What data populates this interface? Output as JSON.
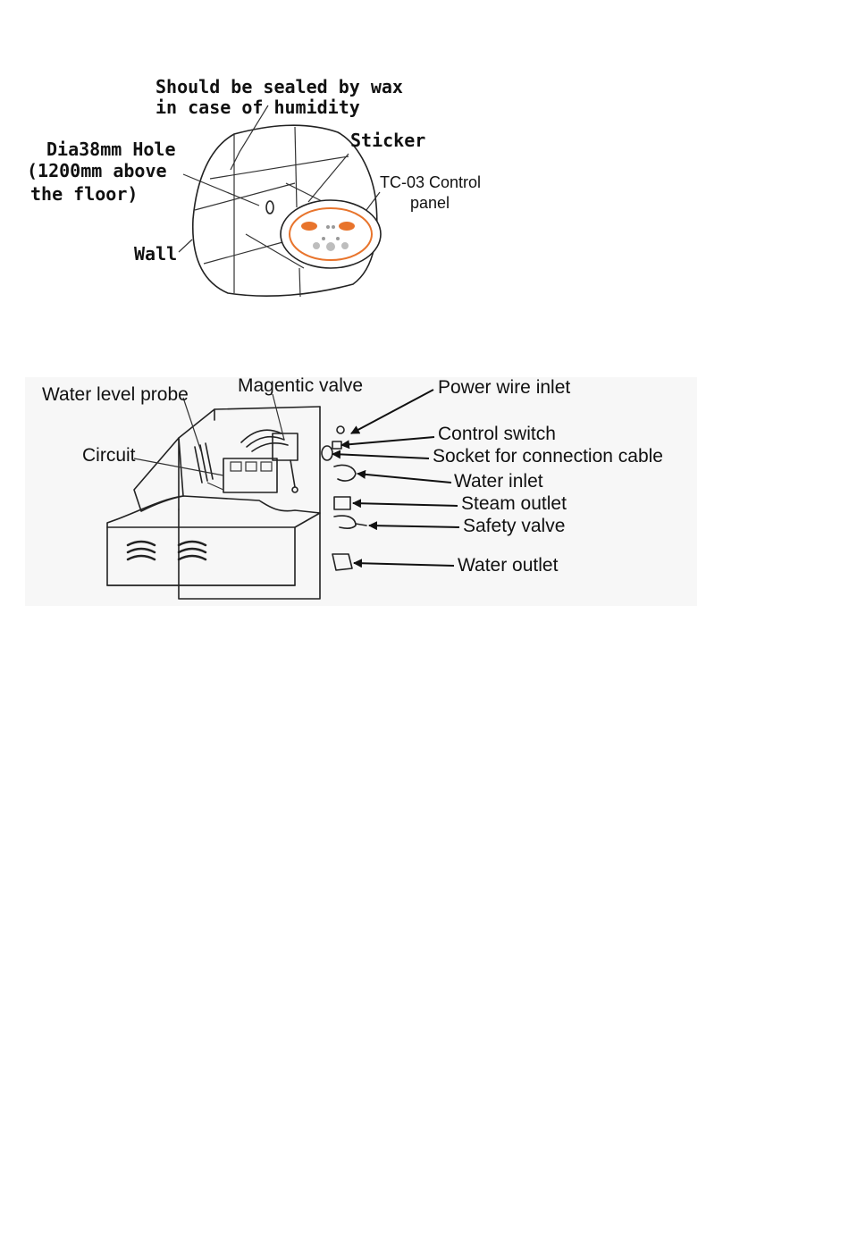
{
  "figure1": {
    "wax_note_line1": "Should be sealed by wax",
    "wax_note_line2": "in case of humidity",
    "hole_line1": "Dia38mm Hole",
    "hole_line2": "(1200mm above",
    "hole_line3": "the floor)",
    "sticker": "Sticker",
    "control_panel_line1": "TC-03 Control",
    "control_panel_line2": "panel",
    "wall": "Wall"
  },
  "figure2": {
    "water_level_probe": "Water level probe",
    "magnetic_valve": "Magentic valve",
    "circuit": "Circuit",
    "power_wire_inlet": "Power wire inlet",
    "control_switch": "Control switch",
    "socket": "Socket for connection cable",
    "water_inlet": "Water inlet",
    "steam_outlet": "Steam outlet",
    "safety_valve": "Safety valve",
    "water_outlet": "Water outlet"
  },
  "colors": {
    "panel_accent": "#e8742c",
    "panel_button_gray": "#bdbdbd",
    "line": "#222222"
  }
}
